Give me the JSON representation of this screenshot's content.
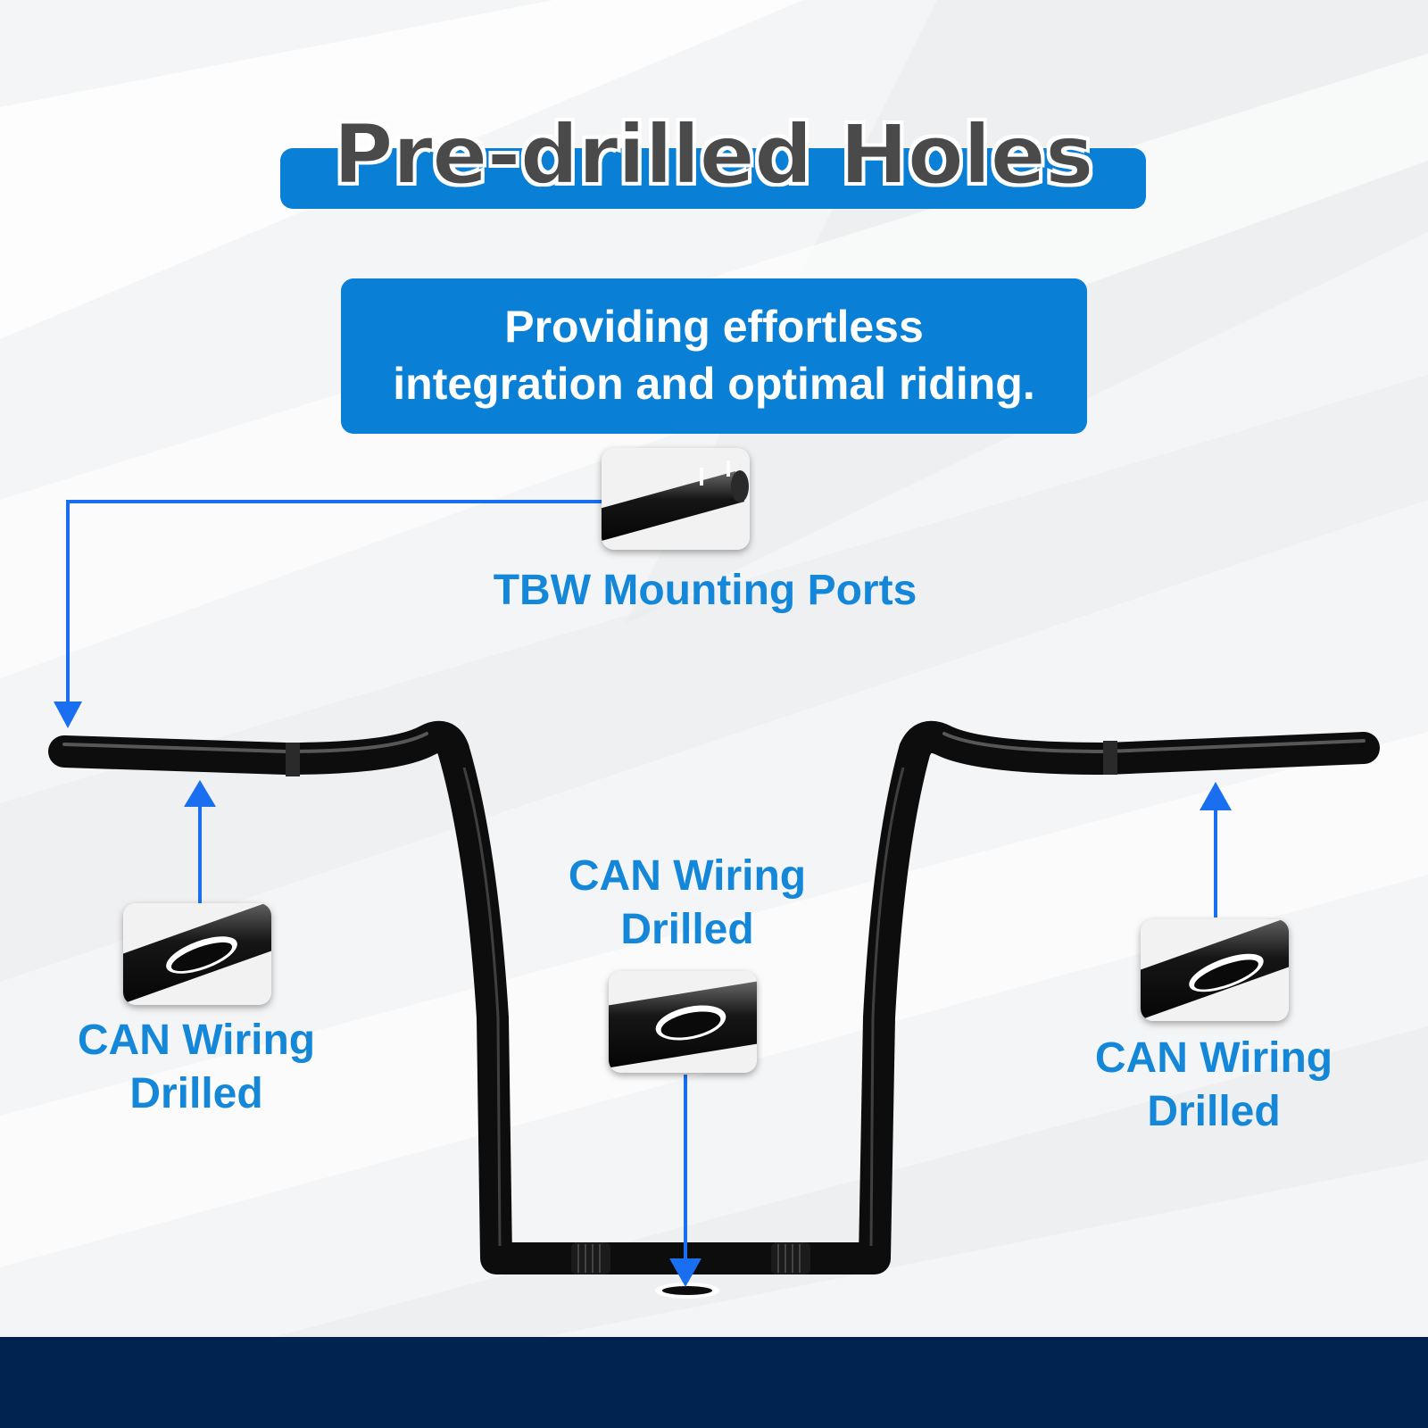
{
  "headline": {
    "title": "Pre-drilled Holes",
    "subtitle_line1": "Providing effortless",
    "subtitle_line2": "integration and optimal riding."
  },
  "callouts": {
    "top": {
      "label": "TBW Mounting Ports"
    },
    "left": {
      "line1": "CAN Wiring",
      "line2": "Drilled"
    },
    "center": {
      "line1": "CAN Wiring",
      "line2": "Drilled"
    },
    "right": {
      "line1": "CAN Wiring",
      "line2": "Drilled"
    }
  },
  "colors": {
    "accent_blue": "#0a7fd6",
    "label_blue": "#1487d8",
    "arrow_blue": "#1a6ff0",
    "handlebar_black": "#0d0d0d",
    "footer_navy": "#00234f",
    "title_gray": "#4a4a4a"
  }
}
